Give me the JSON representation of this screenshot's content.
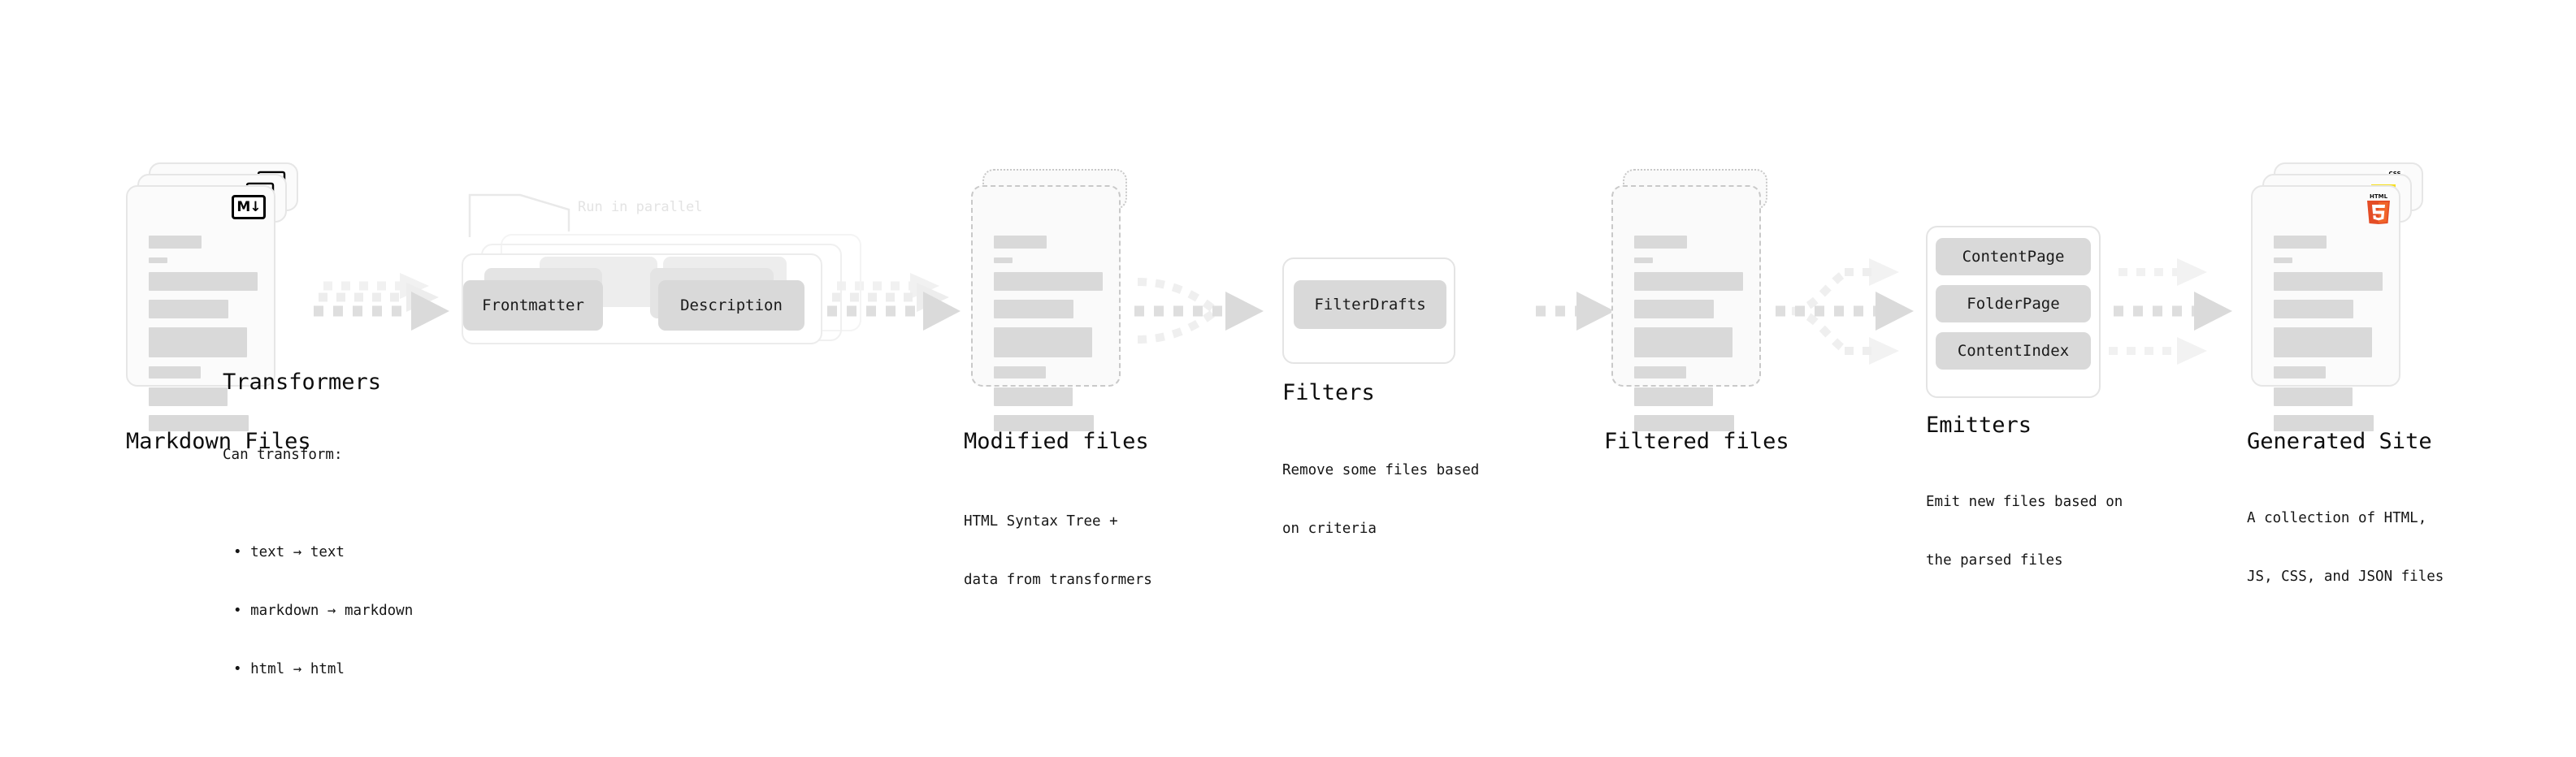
{
  "diagram": {
    "title_text_color": "#0d0d0d",
    "accent_colors": {
      "html5_orange": "#e44d26",
      "html5_orange_light": "#f16529",
      "css_blue": "#264de4",
      "js_yellow": "#f7df1e",
      "block_gray": "#d9d9d9",
      "card_bg": "#fbfbfb",
      "card_border": "#e6e6e6",
      "arrow_gray": "#d9d9d9",
      "ghost_text": "#e3e3e3"
    }
  },
  "stages": [
    {
      "id": "markdown-files",
      "title": "Markdown Files",
      "caption": "",
      "badge": "markdown-icon",
      "badge_label": "M↓"
    },
    {
      "id": "transformers",
      "title": "Transformers",
      "caption_head": "Can transform:",
      "caption_bullets": [
        "• text → text",
        "• markdown → markdown",
        "• html → html"
      ],
      "annotation": "Run in parallel",
      "nodes": [
        "Frontmatter",
        "Description"
      ]
    },
    {
      "id": "modified-files",
      "title": "Modified files",
      "caption_lines": [
        "HTML Syntax Tree +",
        "data from transformers"
      ]
    },
    {
      "id": "filters",
      "title": "Filters",
      "caption_lines": [
        "Remove some files based",
        "on criteria"
      ],
      "nodes": [
        "FilterDrafts"
      ]
    },
    {
      "id": "filtered-files",
      "title": "Filtered files",
      "caption_lines": []
    },
    {
      "id": "emitters",
      "title": "Emitters",
      "caption_lines": [
        "Emit new files based on",
        "the parsed files"
      ],
      "nodes": [
        "ContentPage",
        "FolderPage",
        "ContentIndex"
      ]
    },
    {
      "id": "generated-site",
      "title": "Generated Site",
      "caption_lines": [
        "A collection of HTML,",
        "JS, CSS, and JSON files"
      ],
      "badges": [
        "html5-icon",
        "js-icon",
        "css-icon"
      ],
      "badge_labels": {
        "html5": "HTML",
        "css": "CSS"
      }
    }
  ]
}
